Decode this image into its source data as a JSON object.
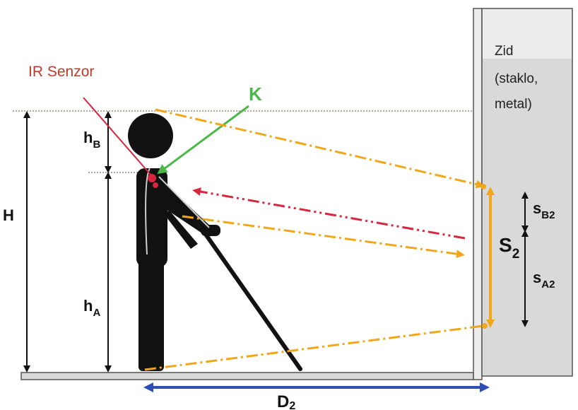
{
  "labels": {
    "ir_sensor": "IR Senzor",
    "k": "K",
    "wall_line1": "Zid",
    "wall_line2": "(staklo,",
    "wall_line3": "metal)",
    "h": "H",
    "hb_main": "h",
    "hb_sub": "B",
    "ha_main": "h",
    "ha_sub": "A",
    "s2_main": "S",
    "s2_sub": "2",
    "sb2_main": "s",
    "sb2_sub": "B2",
    "sa2_main": "s",
    "sa2_sub": "A2",
    "d2_main": "D",
    "d2_sub": "2"
  },
  "colors": {
    "ir_label": "#c0392b",
    "ir_line": "#d7263d",
    "k_green": "#4cb848",
    "yellow_beam": "#f2a71b",
    "red_beam": "#d7263d",
    "blue_arrow": "#2e4fb8",
    "wall_fill": "#d9d9d9",
    "figure": "#111111"
  }
}
